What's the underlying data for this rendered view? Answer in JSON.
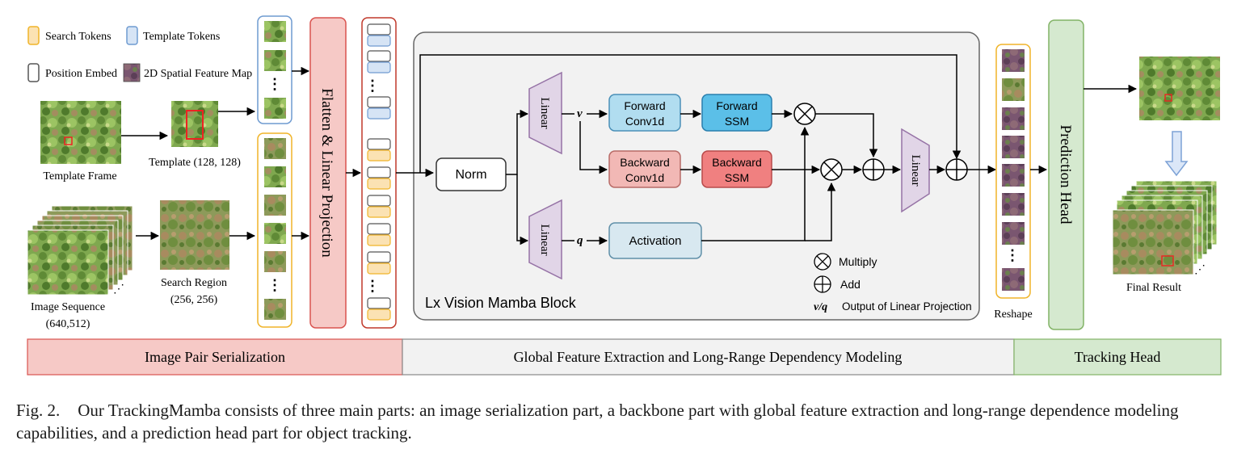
{
  "legend": {
    "search_tokens": "Search Tokens",
    "template_tokens": "Template Tokens",
    "position_embed": "Position Embed",
    "spatial_map": "2D Spatial Feature Map"
  },
  "inputs": {
    "template_frame": "Template Frame",
    "template_size": "Template (128, 128)",
    "image_sequence": "Image Sequence",
    "image_sequence_size": "(640,512)",
    "search_region": "Search Region",
    "search_region_size": "(256, 256)"
  },
  "flatten": "Flatten & Linear Projection",
  "mamba": {
    "norm": "Norm",
    "linear": "Linear",
    "v": "v",
    "q": "q",
    "forward_conv": [
      "Forward",
      "Conv1d"
    ],
    "forward_ssm": [
      "Forward",
      "SSM"
    ],
    "backward_conv": [
      "Backward",
      "Conv1d"
    ],
    "backward_ssm": [
      "Backward",
      "SSM"
    ],
    "activation": "Activation",
    "block_label": "Lx Vision Mamba Block",
    "multiply": "Multiply",
    "add": "Add",
    "vq": "v/q",
    "vq_desc": "Output of Linear Projection"
  },
  "reshape": "Reshape",
  "prediction_head": "Prediction Head",
  "final_result": "Final Result",
  "ellipsis": "⋮",
  "sections": {
    "serialization": "Image Pair Serialization",
    "global": "Global Feature Extraction and Long-Range Dependency Modeling",
    "tracking": "Tracking Head"
  },
  "caption": {
    "label": "Fig. 2.",
    "text": "Our TrackingMamba consists of three main parts: an image serialization part, a backbone part with global feature extraction and long-range dependence modeling capabilities, and a prediction head part for object tracking."
  },
  "colors": {
    "search": "#fbe2b3",
    "search_border": "#f0b429",
    "template": "#d6e4f5",
    "template_border": "#6f9bd1",
    "red_panel": "#f6c9c6",
    "red_border": "#d9534f",
    "green_panel": "#d5e9cf",
    "green_border": "#82b366",
    "gray_panel": "#f2f2f2",
    "gray_border": "#666666",
    "linear_fill": "#e1d5e7",
    "linear_border": "#9673a6",
    "forward_conv": "#b1ddf0",
    "forward_ssm": "#5bbfe8",
    "backward_conv": "#f2b8b5",
    "backward_ssm": "#f08080",
    "activation": "#d8e8f0",
    "foliage": [
      "#6e9a47",
      "#8db85a",
      "#5a7d38",
      "#a08a5c",
      "#7a6a4a"
    ]
  }
}
